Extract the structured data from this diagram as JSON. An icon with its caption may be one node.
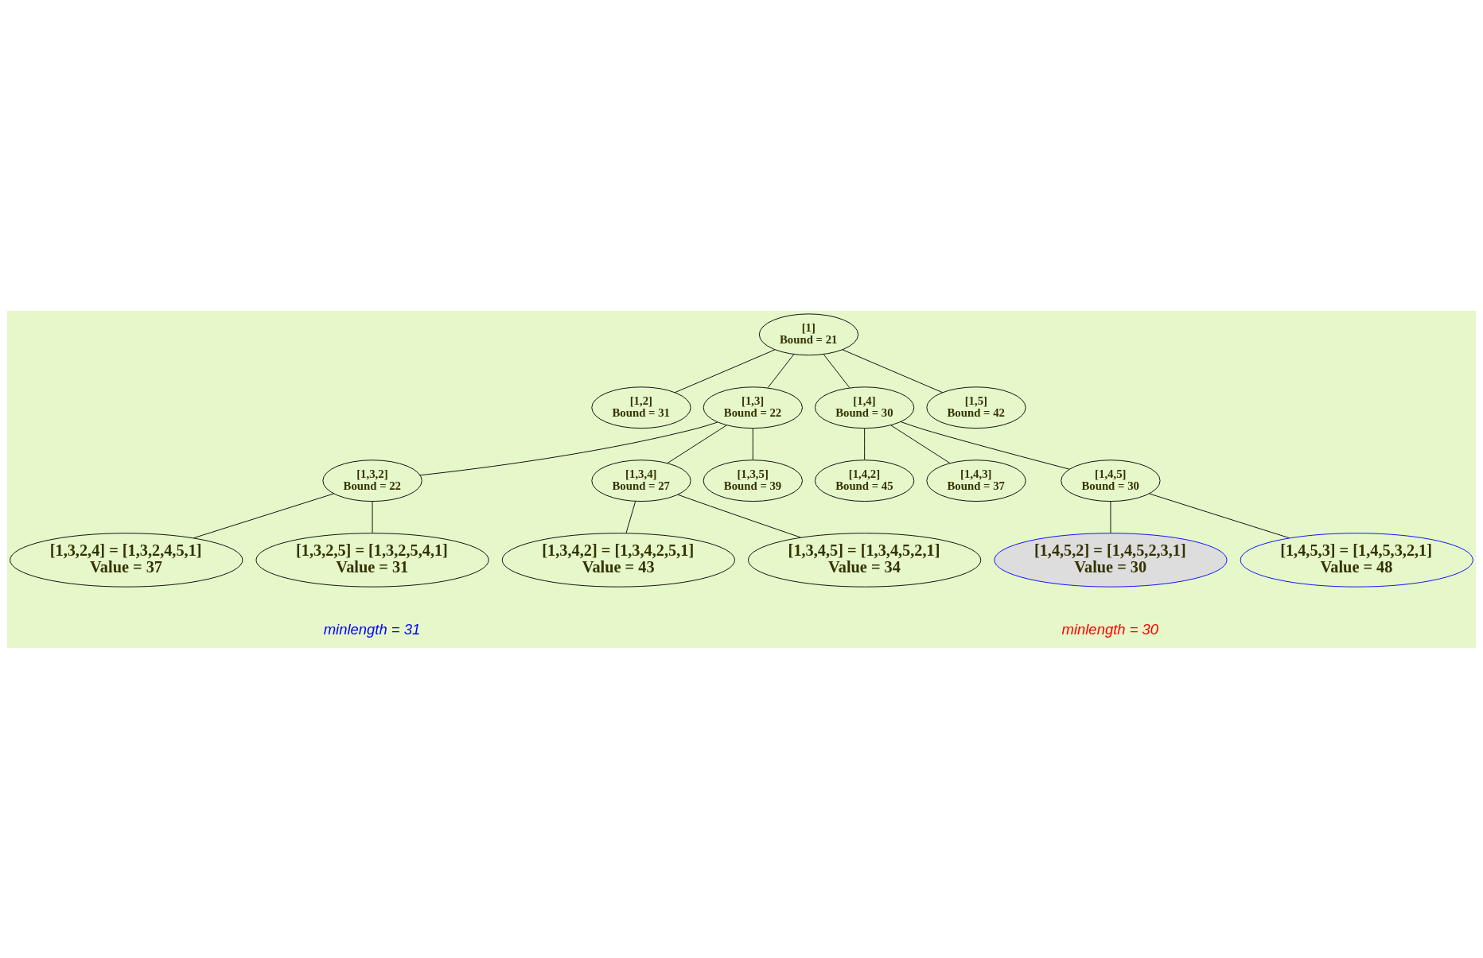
{
  "diagram": {
    "nodes": [
      {
        "text": [
          "[1]",
          "Bound = 21"
        ]
      },
      {
        "text": [
          "[1,2]",
          "Bound = 31"
        ]
      },
      {
        "text": [
          "[1,3]",
          "Bound = 22"
        ]
      },
      {
        "text": [
          "[1,4]",
          "Bound = 30"
        ]
      },
      {
        "text": [
          "[1,5]",
          "Bound = 42"
        ]
      },
      {
        "text": [
          "[1,3,2]",
          "Bound = 22"
        ]
      },
      {
        "text": [
          "[1,3,4]",
          "Bound = 27"
        ]
      },
      {
        "text": [
          "[1,3,5]",
          "Bound = 39"
        ]
      },
      {
        "text": [
          "[1,4,2]",
          "Bound = 45"
        ]
      },
      {
        "text": [
          "[1,4,3]",
          "Bound = 37"
        ]
      },
      {
        "text": [
          "[1,4,5]",
          "Bound = 30"
        ]
      },
      {
        "text": [
          "[1,3,2,4] = [1,3,2,4,5,1]",
          "Value = 37"
        ]
      },
      {
        "text": [
          "[1,3,2,5] = [1,3,2,5,4,1]",
          "Value = 31"
        ]
      },
      {
        "text": [
          "[1,3,4,2] = [1,3,4,2,5,1]",
          "Value = 43"
        ]
      },
      {
        "text": [
          "[1,3,4,5] = [1,3,4,5,2,1]",
          "Value = 34"
        ]
      },
      {
        "text": [
          "[1,4,5,2] = [1,4,5,2,3,1]",
          "Value = 30"
        ]
      },
      {
        "text": [
          "[1,4,5,3] = [1,4,5,3,2,1]",
          "Value = 48"
        ]
      }
    ],
    "edges": [
      {
        "from": 0,
        "to": 1,
        "arrow": "none"
      },
      {
        "from": 0,
        "to": 2,
        "arrow": "none"
      },
      {
        "from": 0,
        "to": 3,
        "arrow": "none"
      },
      {
        "from": 0,
        "to": 4,
        "arrow": "none"
      },
      {
        "from": 2,
        "to": 5,
        "arrow": "none"
      },
      {
        "from": 2,
        "to": 6,
        "arrow": "none"
      },
      {
        "from": 2,
        "to": 7,
        "arrow": "none"
      },
      {
        "from": 3,
        "to": 8,
        "arrow": "none"
      },
      {
        "from": 3,
        "to": 9,
        "arrow": "none"
      },
      {
        "from": 3,
        "to": 10,
        "arrow": "none"
      },
      {
        "from": 5,
        "to": 11,
        "arrow": "none"
      },
      {
        "from": 5,
        "to": 12,
        "arrow": "none"
      },
      {
        "from": 6,
        "to": 13,
        "arrow": "none"
      },
      {
        "from": 6,
        "to": 14,
        "arrow": "none"
      },
      {
        "from": 10,
        "to": 15,
        "arrow": "none"
      },
      {
        "from": 10,
        "to": 16,
        "arrow": "none"
      }
    ],
    "labels": [
      "minlength = 31",
      "minlength = 30"
    ]
  }
}
